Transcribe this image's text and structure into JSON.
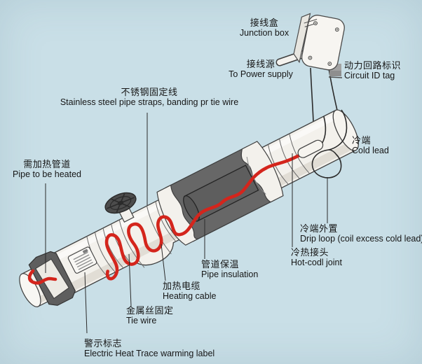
{
  "diagram": {
    "title_semantic": "electric-heat-trace-pipe-installation-diagram",
    "labels": {
      "junction_box": {
        "zh": "接线盒",
        "en": "Junction box"
      },
      "to_power_supply": {
        "zh": "接线源",
        "en": "To Power supply"
      },
      "circuit_id_tag": {
        "zh": "动力回路标识",
        "en": "Circuit ID tag"
      },
      "stainless_straps": {
        "zh": "不锈钢固定线",
        "en": "Stainless steel pipe straps, banding pr tie wire"
      },
      "pipe_to_be_heated": {
        "zh": "需加热管道",
        "en": "Pipe to be heated"
      },
      "cold_lead": {
        "zh": "冷端",
        "en": "Cold lead"
      },
      "drip_loop": {
        "zh": "冷端外置",
        "en": "Drip loop (coil excess cold lead)"
      },
      "hot_cold_joint": {
        "zh": "冷热接头",
        "en": "Hot-codl joint"
      },
      "pipe_insulation": {
        "zh": "管道保温",
        "en": "Pipe insulation"
      },
      "heating_cable": {
        "zh": "加热电缆",
        "en": "Heating cable"
      },
      "tie_wire": {
        "zh": "金属丝固定",
        "en": "Tie wire"
      },
      "warning_label": {
        "zh": "警示标志",
        "en": "Electric Heat Trace warming label"
      }
    },
    "parts": [
      "junction-box",
      "power-conduit",
      "circuit-id-tag",
      "cold-lead-cables",
      "drip-loop-coil",
      "hot-cold-joint-sleeve",
      "pipe",
      "pipe-end-cap",
      "hex-coupling",
      "warning-label-sticker",
      "valve-handwheel",
      "valve-stem",
      "heating-cable-red",
      "insulation-cutaway",
      "inner-pipe",
      "leader-lines"
    ],
    "colors": {
      "background": "#c9dfe7",
      "heating_cable_red": "#d4251c",
      "pipe_white": "#f3f1ec",
      "insulation_gray": "#676767",
      "metal_dark": "#5e5e5e",
      "line_dark": "#2b2b2b",
      "tag_gray": "#a2a2a2",
      "text": "#161616"
    }
  }
}
